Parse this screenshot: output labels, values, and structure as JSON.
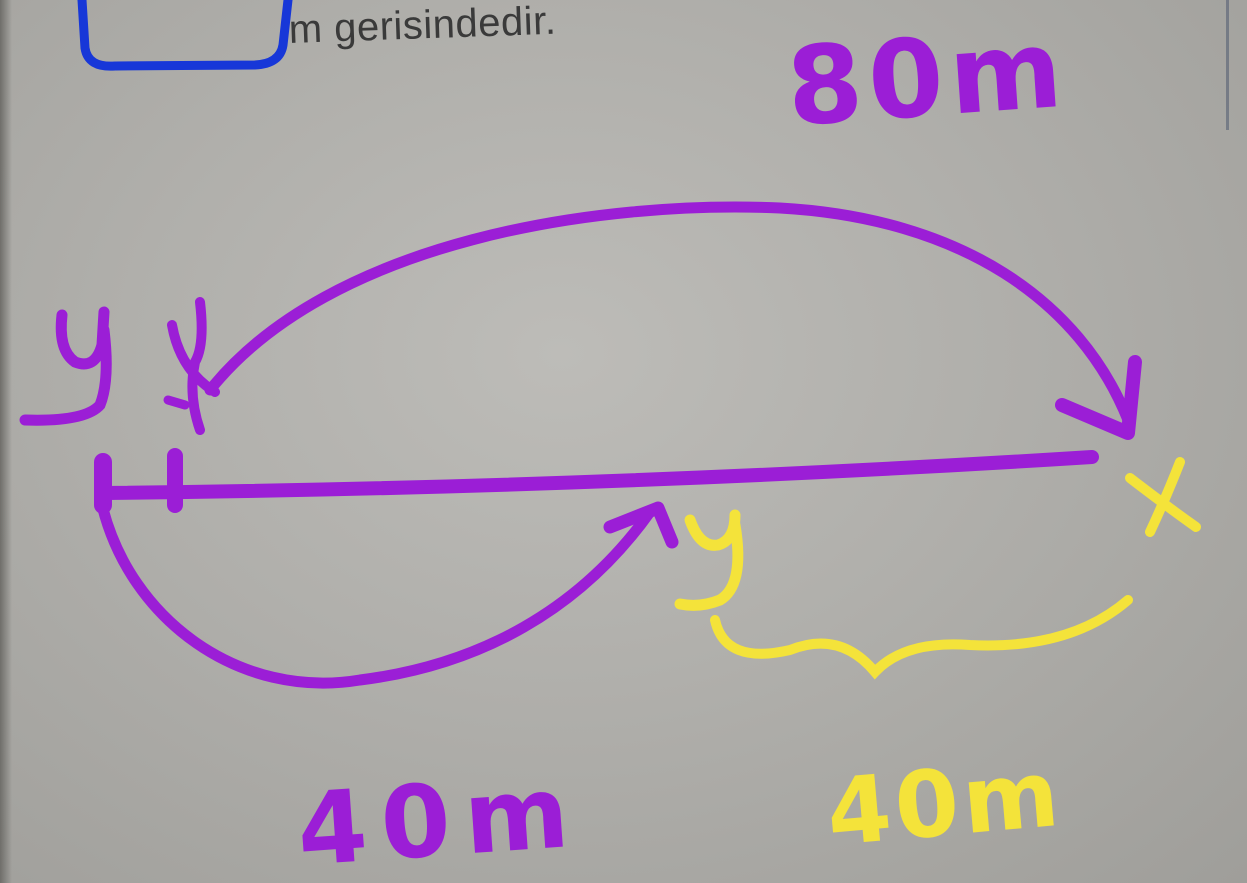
{
  "worksheet": {
    "printed_text": "m gerisindedir."
  },
  "annotations": {
    "top_distance": "80m",
    "bottom_left_distance": "40m",
    "bottom_right_distance": "40m",
    "label_y_start": "y",
    "label_x_start": "x",
    "label_x_end": "x",
    "label_y_mid": "y"
  },
  "colors": {
    "purple_ink": "#9b1ed6",
    "yellow_ink": "#f4e33a",
    "blue_ink": "#1737d8",
    "paper": "#b4b3af"
  }
}
